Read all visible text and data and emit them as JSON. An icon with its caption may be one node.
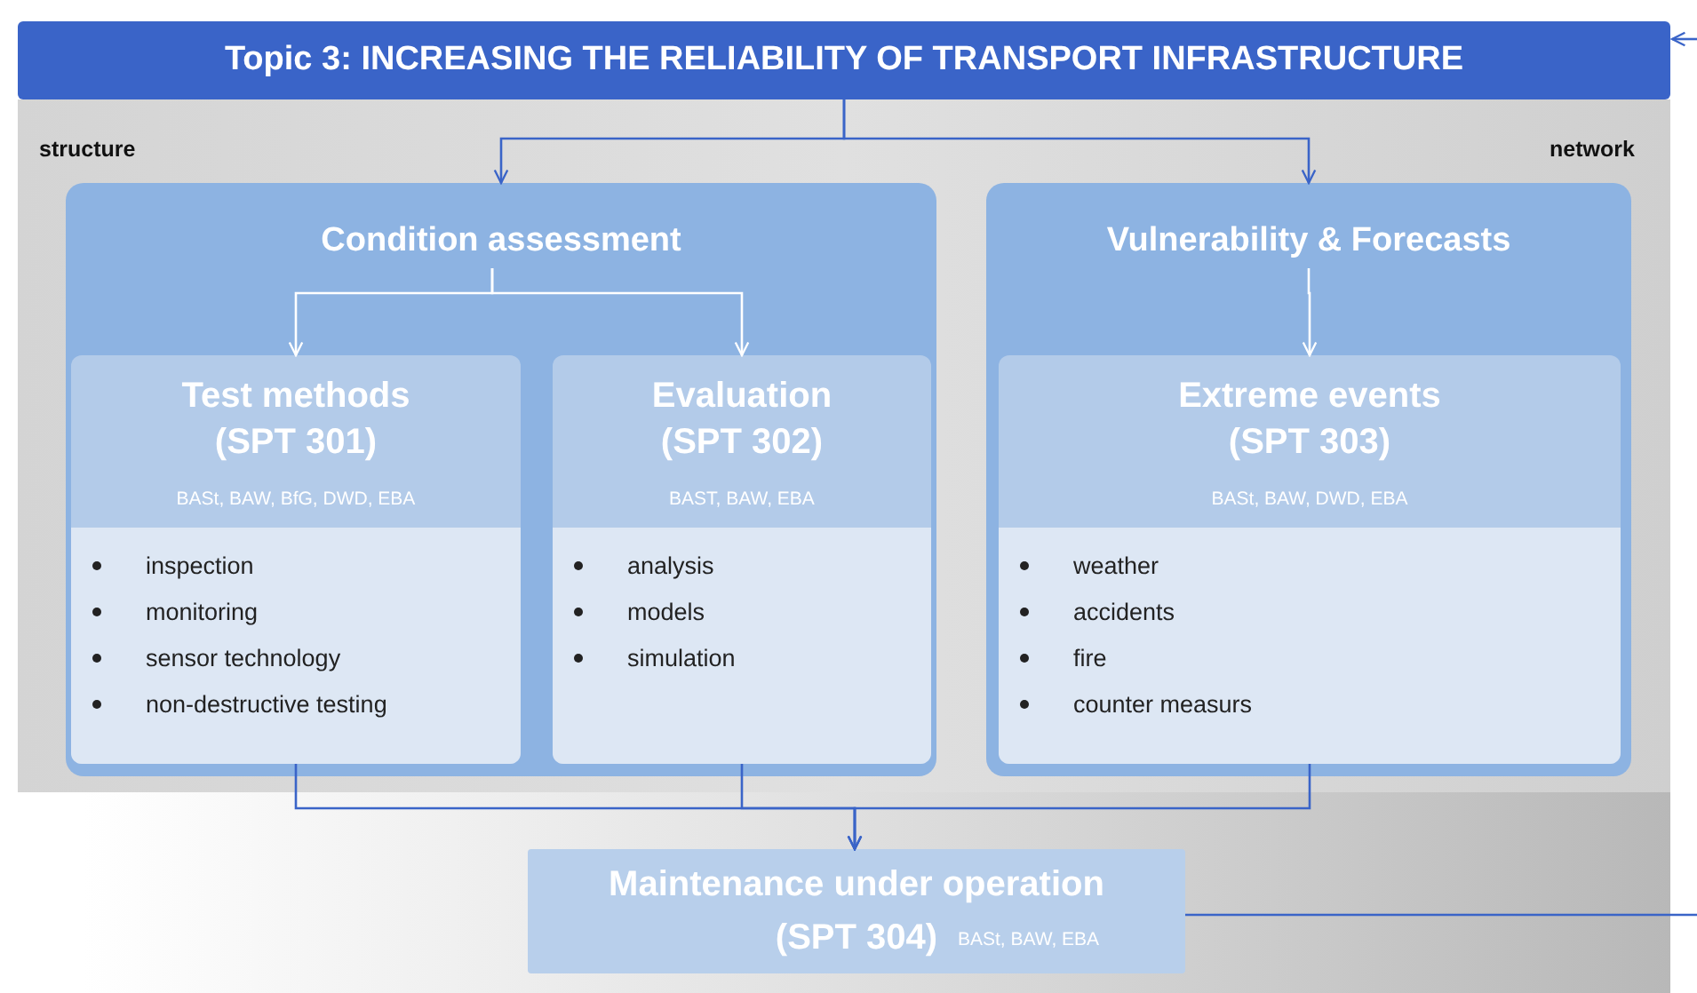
{
  "diagram": {
    "nodes": [
      {
        "text": [
          "Topic 3: INCREASING THE RELIABILITY OF TRANSPORT INFRASTRUCTURE"
        ]
      },
      {
        "text": [
          "Condition assessment"
        ]
      },
      {
        "text": [
          "Test methods (SPT 301)",
          "BASt, BAW, BfG, DWD, EBA",
          "inspection",
          "monitoring",
          "sensor technology",
          "non-destructive testing"
        ],
        "in": 1
      },
      {
        "text": [
          "Evaluation (SPT 302)",
          "BAST, BAW, EBA",
          "analysis",
          "models",
          "simulation"
        ],
        "in": 1
      },
      {
        "text": [
          "Vulnerability & Forecasts"
        ]
      },
      {
        "text": [
          "Extreme events (SPT 303)",
          "BASt, BAW, DWD, EBA",
          "weather",
          "accidents",
          "fire",
          "counter measurs"
        ],
        "in": 4
      },
      {
        "text": [
          "Maintenance under operation (SPT 304)",
          "BASt, BAW, EBA"
        ]
      }
    ],
    "edges": [
      {
        "from": 0,
        "to": 1,
        "arrow": "to"
      },
      {
        "from": 0,
        "to": 4,
        "arrow": "to"
      },
      {
        "from": 1,
        "to": 2,
        "arrow": "to",
        "color": "#ffffff"
      },
      {
        "from": 1,
        "to": 3,
        "arrow": "to",
        "color": "#ffffff"
      },
      {
        "from": 4,
        "to": 5,
        "arrow": "to",
        "color": "#ffffff"
      },
      {
        "from": 2,
        "to": 6,
        "arrow": "to"
      },
      {
        "from": 3,
        "to": 6,
        "arrow": "to"
      },
      {
        "from": 5,
        "to": 6,
        "arrow": "to"
      },
      {
        "from": null,
        "to": 0,
        "arrow": "to"
      },
      {
        "from": 6,
        "to": null,
        "arrow": "none"
      }
    ],
    "labels": [
      "structure",
      "network"
    ]
  }
}
